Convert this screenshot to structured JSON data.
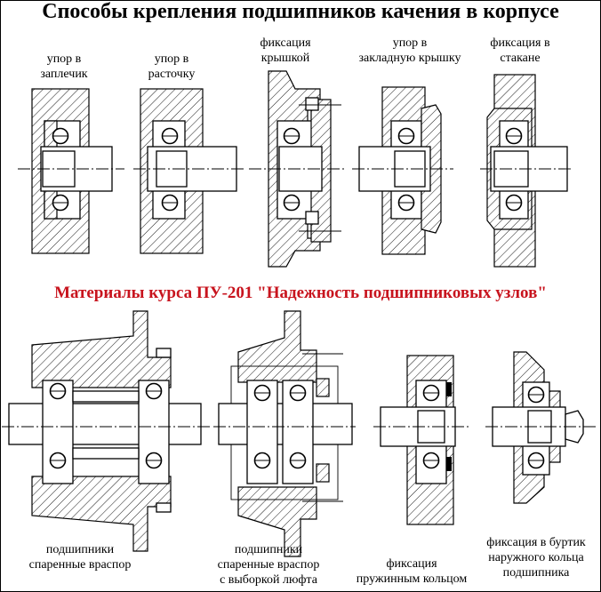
{
  "title": "Способы крепления подшипников качения в корпусе",
  "subtitle": "Материалы курса ПУ-201 \"Надежность подшипниковых узлов\"",
  "top_row": [
    {
      "line1": "упор в",
      "line2": "заплечик"
    },
    {
      "line1": "упор в",
      "line2": "расточку"
    },
    {
      "line1": "фиксация",
      "line2": "крышкой"
    },
    {
      "line1": "упор в",
      "line2": "закладную крышку"
    },
    {
      "line1": "фиксация в",
      "line2": "стакане"
    }
  ],
  "bottom_row": [
    {
      "line1": "подшипники",
      "line2": "спаренные враспор",
      "line3": ""
    },
    {
      "line1": "подшипники",
      "line2": "спаренные враспор",
      "line3": "с выборкой люфта"
    },
    {
      "line1": "фиксация",
      "line2": "пружинным кольцом",
      "line3": ""
    },
    {
      "line1": "фиксация в буртик",
      "line2": "наружного кольца",
      "line3": "подшипника"
    }
  ]
}
